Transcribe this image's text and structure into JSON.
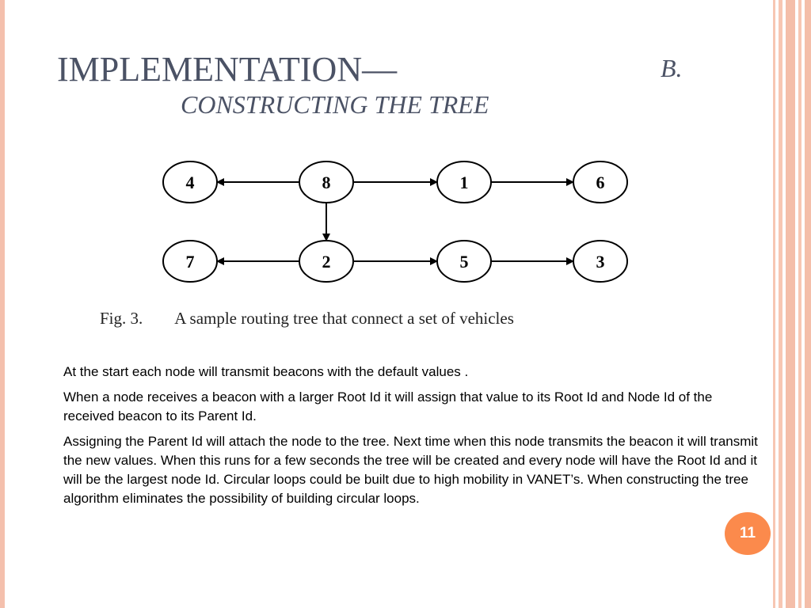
{
  "slide": {
    "title_main": "IMPLEMENTATION—",
    "title_section": "B.",
    "title_sub": "CONSTRUCTING THE TREE",
    "page_number": "11",
    "colors": {
      "title": "#4b5265",
      "accent": "#fb8a4c",
      "border": "#f4c0ad"
    }
  },
  "figure": {
    "nodes": [
      {
        "id": "node-4",
        "label": "4"
      },
      {
        "id": "node-8",
        "label": "8"
      },
      {
        "id": "node-1",
        "label": "1"
      },
      {
        "id": "node-6",
        "label": "6"
      },
      {
        "id": "node-7",
        "label": "7"
      },
      {
        "id": "node-2",
        "label": "2"
      },
      {
        "id": "node-5",
        "label": "5"
      },
      {
        "id": "node-3",
        "label": "3"
      }
    ],
    "edges": [
      {
        "from": "node-8",
        "to": "node-4"
      },
      {
        "from": "node-8",
        "to": "node-1"
      },
      {
        "from": "node-1",
        "to": "node-6"
      },
      {
        "from": "node-8",
        "to": "node-2"
      },
      {
        "from": "node-2",
        "to": "node-7"
      },
      {
        "from": "node-2",
        "to": "node-5"
      },
      {
        "from": "node-5",
        "to": "node-3"
      }
    ],
    "caption_label": "Fig. 3.",
    "caption_text": "A sample routing tree that connect a set of vehicles"
  },
  "body": {
    "paragraphs": [
      "At the start each node will transmit beacons with the default values .",
      "When a node receives a beacon with a larger Root Id it will assign that value to its Root Id and Node Id of the received beacon to its Parent Id.",
      "Assigning the Parent Id will attach the node to the tree. Next time when this node transmits the beacon it will transmit the new values. When this runs for a few seconds the tree will be created and every node will have the Root Id and it will be the largest node Id. Circular loops could be built due to high mobility in VANET’s. When constructing the tree algorithm eliminates the possibility of building circular loops."
    ]
  }
}
